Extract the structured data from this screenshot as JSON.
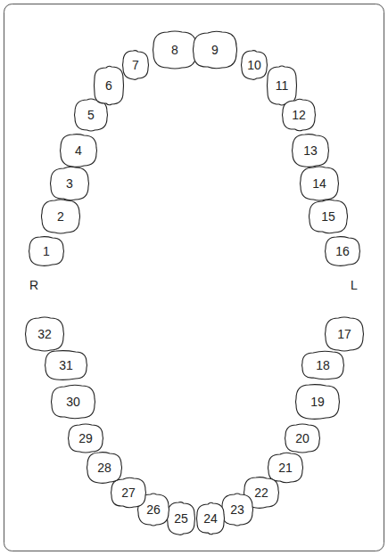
{
  "diagram": {
    "nodes": [
      {
        "text": [
          "1"
        ]
      },
      {
        "text": [
          "2"
        ]
      },
      {
        "text": [
          "3"
        ]
      },
      {
        "text": [
          "4"
        ]
      },
      {
        "text": [
          "5"
        ]
      },
      {
        "text": [
          "6"
        ]
      },
      {
        "text": [
          "7"
        ]
      },
      {
        "text": [
          "8"
        ]
      },
      {
        "text": [
          "9"
        ]
      },
      {
        "text": [
          "10"
        ]
      },
      {
        "text": [
          "11"
        ]
      },
      {
        "text": [
          "12"
        ]
      },
      {
        "text": [
          "13"
        ]
      },
      {
        "text": [
          "14"
        ]
      },
      {
        "text": [
          "15"
        ]
      },
      {
        "text": [
          "16"
        ]
      },
      {
        "text": [
          "17"
        ]
      },
      {
        "text": [
          "18"
        ]
      },
      {
        "text": [
          "19"
        ]
      },
      {
        "text": [
          "20"
        ]
      },
      {
        "text": [
          "21"
        ]
      },
      {
        "text": [
          "22"
        ]
      },
      {
        "text": [
          "23"
        ]
      },
      {
        "text": [
          "24"
        ]
      },
      {
        "text": [
          "25"
        ]
      },
      {
        "text": [
          "26"
        ]
      },
      {
        "text": [
          "27"
        ]
      },
      {
        "text": [
          "28"
        ]
      },
      {
        "text": [
          "29"
        ]
      },
      {
        "text": [
          "30"
        ]
      },
      {
        "text": [
          "31"
        ]
      },
      {
        "text": [
          "32"
        ]
      }
    ],
    "labels": [
      "R",
      "L"
    ]
  }
}
